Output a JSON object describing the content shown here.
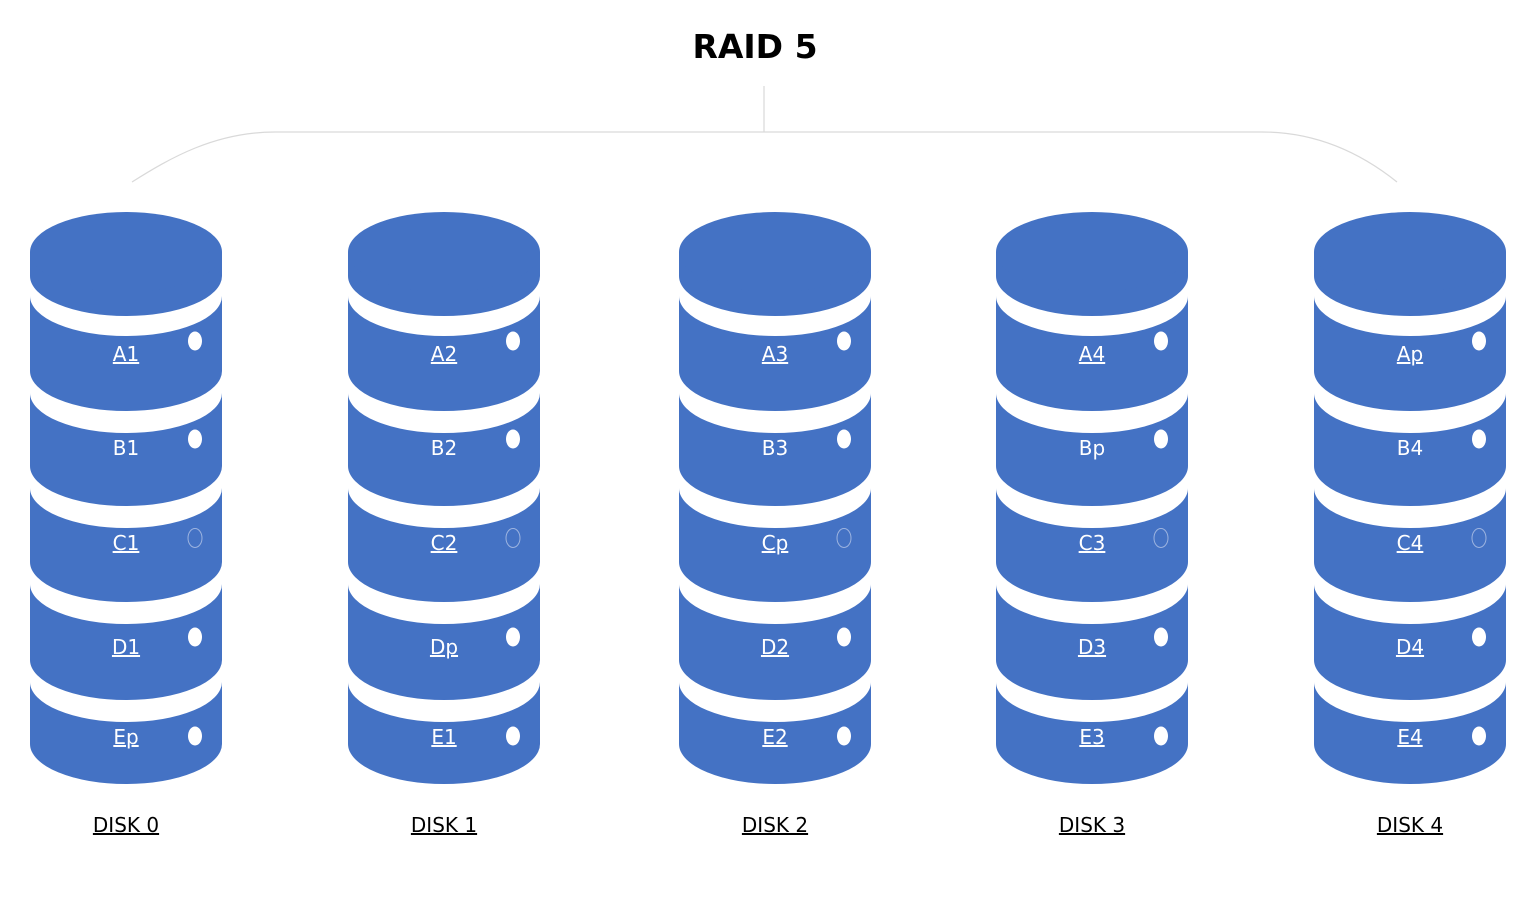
{
  "title": "RAID 5",
  "colors": {
    "disk_fill": "#4472C4",
    "separator": "#ffffff",
    "connector": "#d9d9d9",
    "label_text": "#ffffff",
    "disk_label_text": "#000000"
  },
  "disks": [
    {
      "label": "DISK 0",
      "segments": [
        {
          "label": "A1",
          "underline": true,
          "led": "filled"
        },
        {
          "label": "B1",
          "underline": false,
          "led": "filled"
        },
        {
          "label": "C1",
          "underline": true,
          "led": "outline"
        },
        {
          "label": "D1",
          "underline": true,
          "led": "filled"
        },
        {
          "label": "Ep",
          "underline": true,
          "led": "filled"
        }
      ]
    },
    {
      "label": "DISK 1",
      "segments": [
        {
          "label": "A2",
          "underline": true,
          "led": "filled"
        },
        {
          "label": "B2",
          "underline": false,
          "led": "filled"
        },
        {
          "label": "C2",
          "underline": true,
          "led": "outline"
        },
        {
          "label": "Dp",
          "underline": true,
          "led": "filled"
        },
        {
          "label": "E1",
          "underline": true,
          "led": "filled"
        }
      ]
    },
    {
      "label": "DISK 2",
      "segments": [
        {
          "label": "A3",
          "underline": true,
          "led": "filled"
        },
        {
          "label": "B3",
          "underline": false,
          "led": "filled"
        },
        {
          "label": "Cp",
          "underline": true,
          "led": "outline"
        },
        {
          "label": "D2",
          "underline": true,
          "led": "filled"
        },
        {
          "label": "E2",
          "underline": true,
          "led": "filled"
        }
      ]
    },
    {
      "label": "DISK 3",
      "segments": [
        {
          "label": "A4",
          "underline": true,
          "led": "filled"
        },
        {
          "label": "Bp",
          "underline": false,
          "led": "filled"
        },
        {
          "label": "C3",
          "underline": true,
          "led": "outline"
        },
        {
          "label": "D3",
          "underline": true,
          "led": "filled"
        },
        {
          "label": "E3",
          "underline": true,
          "led": "filled"
        }
      ]
    },
    {
      "label": "DISK 4",
      "segments": [
        {
          "label": "Ap",
          "underline": true,
          "led": "filled"
        },
        {
          "label": "B4",
          "underline": false,
          "led": "filled"
        },
        {
          "label": "C4",
          "underline": true,
          "led": "outline"
        },
        {
          "label": "D4",
          "underline": true,
          "led": "filled"
        },
        {
          "label": "E4",
          "underline": true,
          "led": "filled"
        }
      ]
    }
  ]
}
